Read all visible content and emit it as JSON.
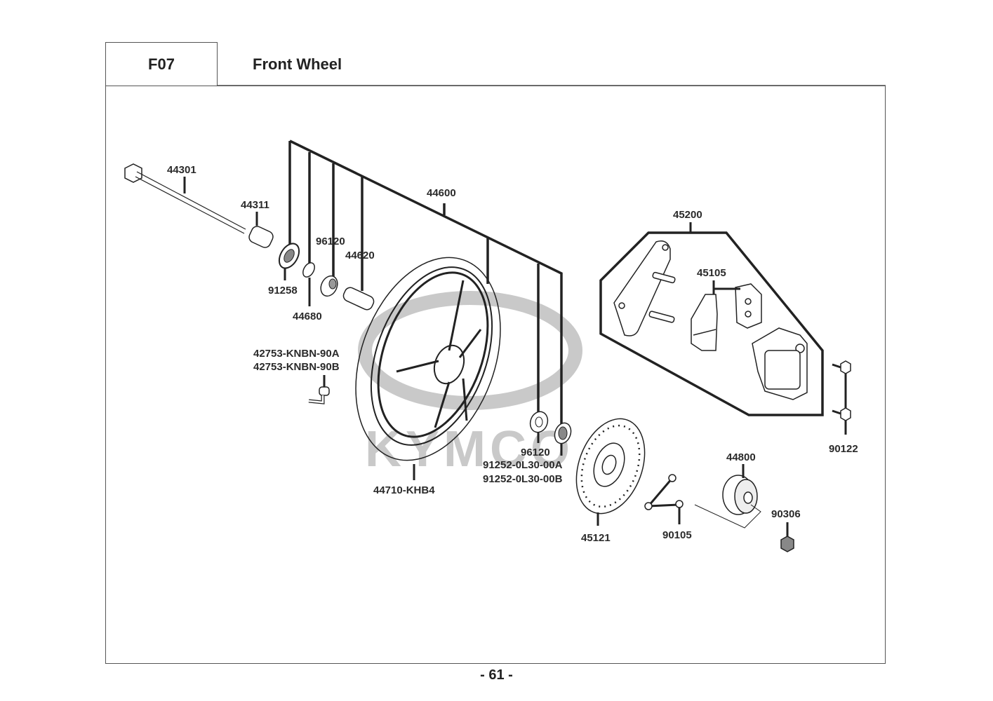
{
  "header": {
    "section_code": "F07",
    "title": "Front Wheel"
  },
  "watermark": {
    "brand": "KYMCO",
    "color": "#c9c9c9"
  },
  "parts": {
    "axle": "44301",
    "collar_left": "44311",
    "oil_seal": "91258",
    "speedo_retainer": "44680",
    "bearing_left": "96120",
    "distance_collar": "44620",
    "wheel_assy": "44600",
    "valve_a": "42753-KNBN-90A",
    "valve_b": "42753-KNBN-90B",
    "tire": "44710-KHB4",
    "bearing_right": "96120",
    "seal_right_a": "91252-0L30-00A",
    "seal_right_b": "91252-0L30-00B",
    "caliper_assy": "45200",
    "brake_pads": "45105",
    "caliper_bolts": "90122",
    "brake_disc": "45121",
    "disc_bolts": "90105",
    "speedo_gear_box": "44800",
    "axle_nut": "90306"
  },
  "footer": {
    "page": "- 61 -"
  }
}
